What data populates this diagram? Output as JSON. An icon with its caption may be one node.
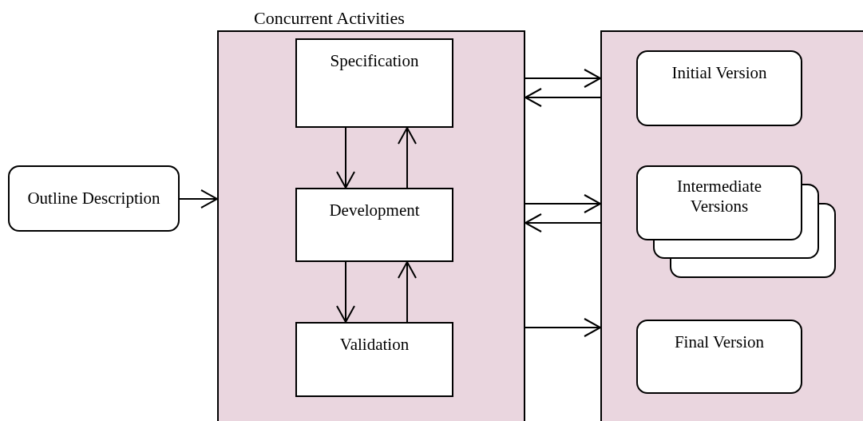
{
  "diagram": {
    "nodes": [
      {
        "text": [
          "Outline Description"
        ]
      },
      {
        "text": [
          "Concurrent Activities"
        ]
      },
      {
        "text": [
          "Specification"
        ],
        "in": 1
      },
      {
        "text": [
          "Development"
        ],
        "in": 1
      },
      {
        "text": [
          "Validation"
        ],
        "in": 1
      },
      {
        "text": [],
        "shape": "box"
      },
      {
        "text": [
          "Initial Version"
        ],
        "in": 5
      },
      {
        "text": [
          "Intermediate Versions"
        ],
        "in": 5
      },
      {
        "text": [
          "Final Version"
        ],
        "in": 5
      }
    ],
    "edges": [
      {
        "from": 0,
        "to": 1,
        "arrow": "to"
      },
      {
        "from": 2,
        "to": 3,
        "arrow": "to"
      },
      {
        "from": 3,
        "to": 2,
        "arrow": "to"
      },
      {
        "from": 3,
        "to": 4,
        "arrow": "to"
      },
      {
        "from": 4,
        "to": 3,
        "arrow": "to"
      },
      {
        "from": 1,
        "to": 5,
        "arrow": "to"
      },
      {
        "from": 5,
        "to": 1,
        "arrow": "to"
      },
      {
        "from": 1,
        "to": 5,
        "arrow": "to"
      },
      {
        "from": 5,
        "to": 1,
        "arrow": "to"
      },
      {
        "from": 1,
        "to": 5,
        "arrow": "to"
      }
    ]
  }
}
